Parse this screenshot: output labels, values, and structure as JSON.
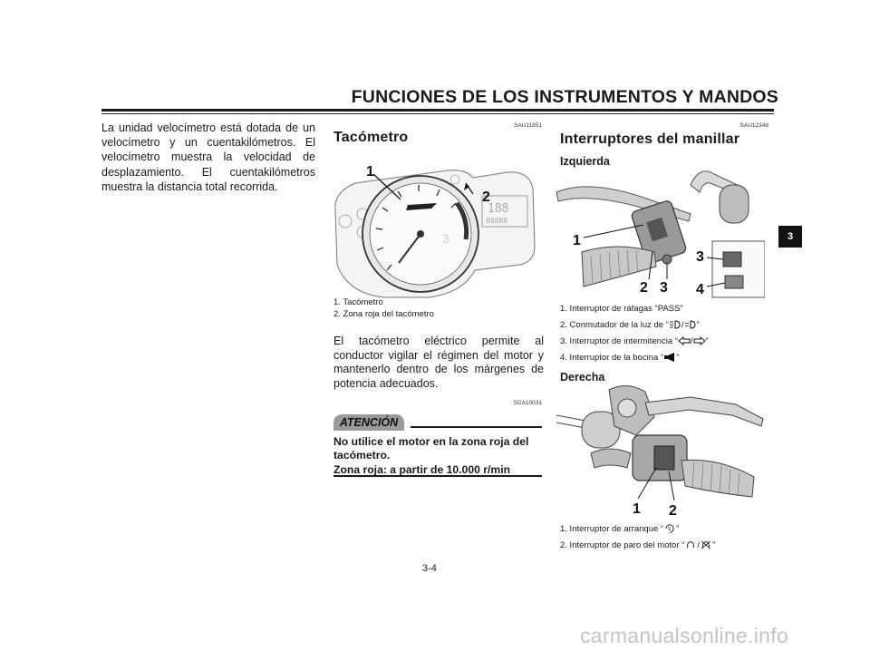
{
  "header": {
    "title": "FUNCIONES DE LOS INSTRUMENTOS Y MANDOS"
  },
  "col1": {
    "paragraph": "La unidad velocímetro está dotada de un velocímetro y un cuentakilómetros. El velocímetro muestra la velocidad de desplazamiento. El cuentakilómetros muestra la distancia total recorrida."
  },
  "tachometer": {
    "code": "SAU11851",
    "heading": "Tacómetro",
    "figure_labels": [
      "1",
      "2"
    ],
    "captions": [
      "1. Tacómetro",
      "2. Zona roja del tacómetro"
    ],
    "paragraph": "El tacómetro eléctrico permite al conductor vigilar el régimen del motor y mantenerlo dentro de los márgenes de potencia adecuados.",
    "caution_code": "SCA10031",
    "caution_badge": "ATENCIÓN",
    "caution_line1": "No utilice el motor en la zona roja del tacómetro.",
    "caution_line2": "Zona roja: a partir de 10.000 r/min"
  },
  "switches": {
    "code": "SAU12348",
    "heading": "Interruptores del manillar",
    "left_heading": "Izquierda",
    "left_figure_labels": [
      "1",
      "2",
      "3",
      "3",
      "4"
    ],
    "left_captions": [
      {
        "pre": "1. Interruptor de ráfagas “PASS”",
        "post": ""
      },
      {
        "pre": "2. Conmutador de la luz de “",
        "post": "”"
      },
      {
        "pre": "3. Interruptor de intermitencia “",
        "post": "”"
      },
      {
        "pre": "4. Interruptor de la bocina “",
        "post": "”"
      }
    ],
    "right_heading": "Derecha",
    "right_figure_labels": [
      "1",
      "2"
    ],
    "right_captions": [
      {
        "pre": "1. Interruptor de arranque “",
        "post": "”"
      },
      {
        "pre": "2. Interruptor de paro del motor “",
        "post": "”"
      }
    ],
    "icon_sep": "/"
  },
  "tab": {
    "label": "3"
  },
  "page_number": "3-4",
  "watermark": "carmanualsonline.info",
  "icons": {
    "high_beam": "high-beam-icon",
    "low_beam": "low-beam-icon",
    "turn_left": "turn-left-icon",
    "turn_right": "turn-right-icon",
    "horn": "horn-icon",
    "start": "start-icon",
    "engine_run": "engine-run-icon",
    "engine_stop": "engine-stop-icon"
  }
}
